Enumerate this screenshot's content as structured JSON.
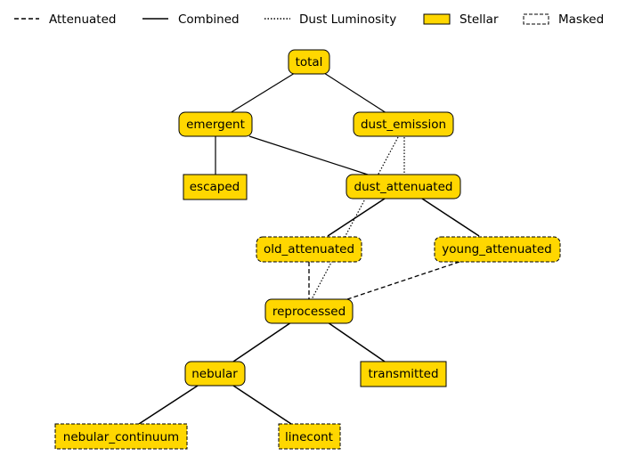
{
  "colors": {
    "node_fill": "#ffd700",
    "stroke": "#000000",
    "background": "#ffffff"
  },
  "legend": {
    "attenuated": "Attenuated",
    "combined": "Combined",
    "dust_luminosity": "Dust Luminosity",
    "stellar": "Stellar",
    "masked": "Masked"
  },
  "nodes": {
    "total": "total",
    "emergent": "emergent",
    "dust_emission": "dust_emission",
    "escaped": "escaped",
    "dust_attenuated": "dust_attenuated",
    "old_attenuated": "old_attenuated",
    "young_attenuated": "young_attenuated",
    "reprocessed": "reprocessed",
    "nebular": "nebular",
    "transmitted": "transmitted",
    "nebular_continuum": "nebular_continuum",
    "linecont": "linecont"
  }
}
